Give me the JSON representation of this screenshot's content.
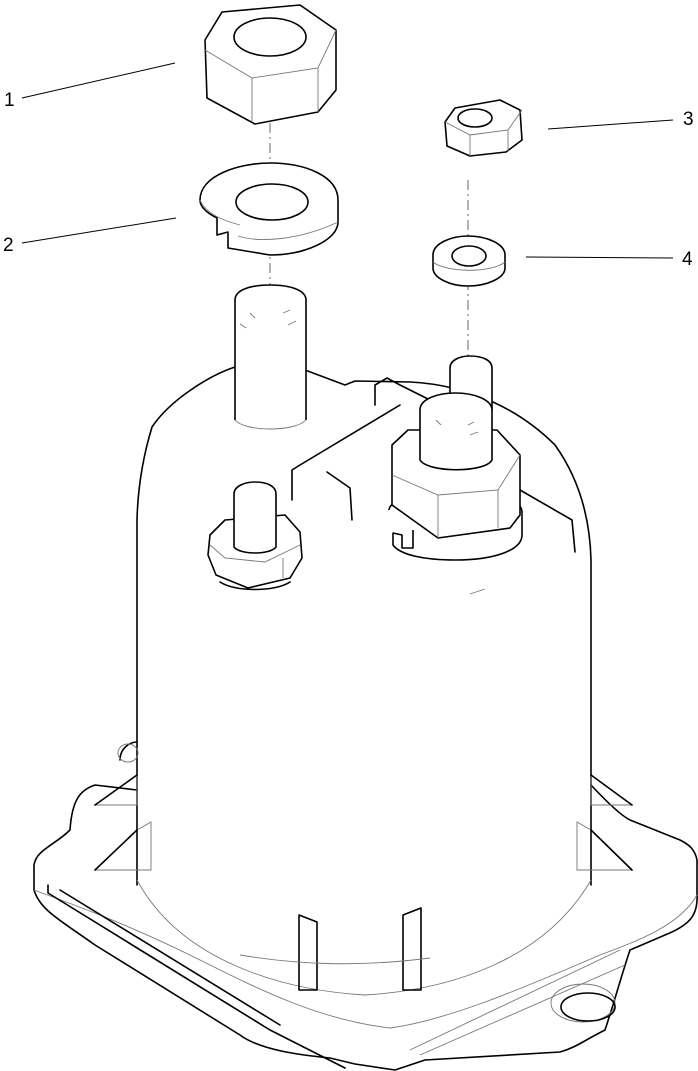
{
  "diagram": {
    "type": "exploded-parts-view",
    "subject": "solenoid",
    "callouts": [
      {
        "id": "1",
        "label": "1",
        "part": "hex nut (large)"
      },
      {
        "id": "2",
        "label": "2",
        "part": "split lock washer (large)"
      },
      {
        "id": "3",
        "label": "3",
        "part": "hex nut (small)"
      },
      {
        "id": "4",
        "label": "4",
        "part": "split lock washer (small)"
      }
    ],
    "colors": {
      "line": "#000000",
      "hidden_line": "#777777",
      "background": "#ffffff"
    }
  }
}
